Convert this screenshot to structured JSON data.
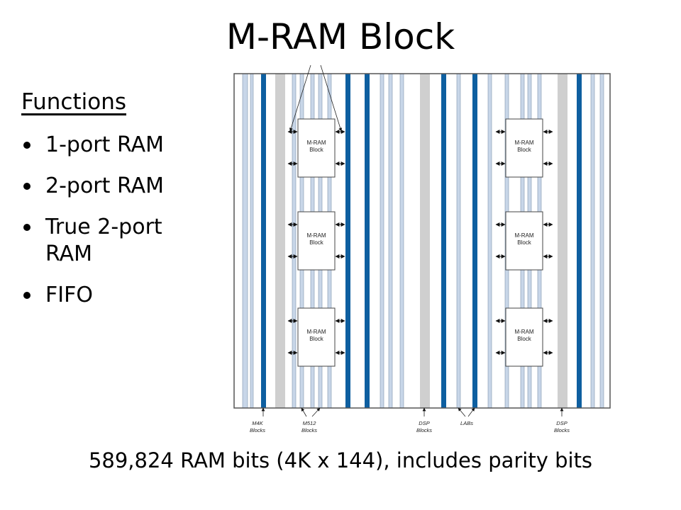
{
  "slide": {
    "title": "M-RAM Block",
    "footer": "589,824 RAM bits (4K x 144), includes parity bits"
  },
  "side_panel": {
    "heading": "Functions",
    "bullets": [
      "1-port RAM",
      "2-port RAM",
      "True 2-port RAM",
      "FIFO"
    ]
  },
  "diagram": {
    "block_label_line1": "M-RAM",
    "block_label_line2": "Block",
    "bottom_labels": {
      "m4k": [
        "M4K",
        "Blocks"
      ],
      "m512": [
        "M512",
        "Blocks"
      ],
      "dsp_a": [
        "DSP",
        "Blocks"
      ],
      "labs": [
        "LABs"
      ],
      "dsp_b": [
        "DSP",
        "Blocks"
      ]
    },
    "colors": {
      "light_column": "#c8d6e8",
      "dark_column": "#0e5fa0",
      "gray_column": "#cfcfcf",
      "border": "#555555"
    }
  }
}
